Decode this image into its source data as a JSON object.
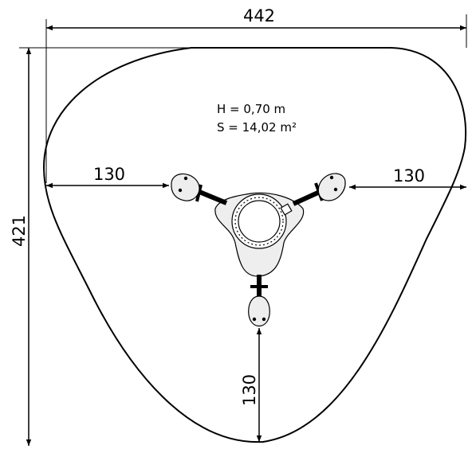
{
  "drawing": {
    "notes": {
      "height": "H = 0,70 m",
      "surface": "S = 14,02 m²"
    },
    "dimensions": {
      "total_width": "442",
      "total_height": "421",
      "left_clearance": "130",
      "right_clearance": "130",
      "bottom_clearance": "130"
    },
    "colors": {
      "line": "#000000",
      "background": "#ffffff",
      "equipment_fill": "#eeeeee"
    }
  }
}
